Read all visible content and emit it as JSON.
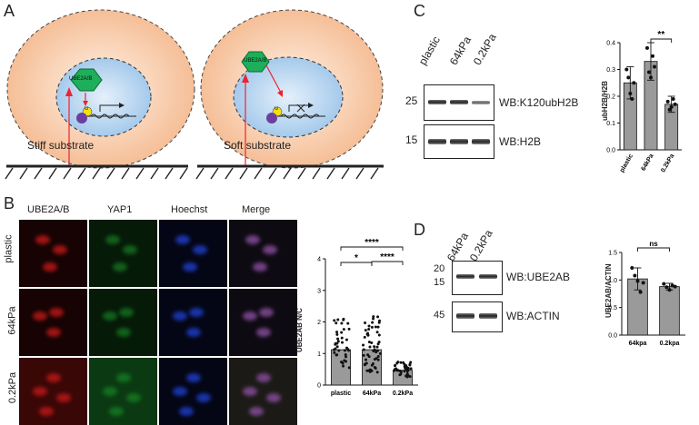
{
  "panels": {
    "A": "A",
    "B": "B",
    "C": "C",
    "D": "D"
  },
  "panelA": {
    "protein_label": "UBE2A/B",
    "ub_symbol": "u",
    "left_caption": "Stiff substrate",
    "right_caption": "Soft substrate"
  },
  "panelB": {
    "columns": [
      "UBE2A/B",
      "YAP1",
      "Hoechst",
      "Merge"
    ],
    "rows": [
      "plastic",
      "64kPa",
      "0.2kPa"
    ],
    "channel_colors": {
      "UBE2A/B": "#c01818",
      "YAP1": "#1b9a2a",
      "Hoechst": "#1f3fcc",
      "Merge": "#8a4fa0"
    }
  },
  "panelC": {
    "lanes": [
      "plastic",
      "64kPa",
      "0.2kPa"
    ],
    "markers": [
      "25",
      "15"
    ],
    "blots": [
      "WB:K120ubH2B",
      "WB:H2B"
    ]
  },
  "panelD": {
    "lanes": [
      "64kPa",
      "0.2kPa"
    ],
    "markers": [
      "20",
      "15",
      "45"
    ],
    "blots": [
      "WB:UBE2AB",
      "WB:ACTIN"
    ]
  },
  "chart_data": [
    {
      "type": "bar",
      "panel": "B",
      "categories": [
        "plastic",
        "64kPa",
        "0.2kPa"
      ],
      "values": [
        1.12,
        1.12,
        0.47
      ],
      "ylabel": "UBE2AB N/C",
      "ylim": [
        0,
        4
      ],
      "yticks": [
        "0",
        "1",
        "2",
        "3",
        "4"
      ],
      "significance": [
        {
          "from": "plastic",
          "to": "0.2kPa",
          "label": "****"
        },
        {
          "from": "plastic",
          "to": "64kPa",
          "label": "*"
        },
        {
          "from": "64kPa",
          "to": "0.2kPa",
          "label": "****"
        }
      ]
    },
    {
      "type": "bar",
      "panel": "C",
      "categories": [
        "plastic",
        "64kPa",
        "0.2kPa"
      ],
      "values": [
        0.25,
        0.33,
        0.17
      ],
      "errors": [
        0.06,
        0.07,
        0.03
      ],
      "points": [
        [
          0.3,
          0.27,
          0.21,
          0.19,
          0.25
        ],
        [
          0.38,
          0.29,
          0.27,
          0.35,
          0.31
        ],
        [
          0.18,
          0.15,
          0.16,
          0.19,
          0.17
        ]
      ],
      "ylabel": "ubH2B/H2B",
      "ylim": [
        0,
        0.4
      ],
      "yticks": [
        "0.0",
        "0.1",
        "0.2",
        "0.3",
        "0.4"
      ],
      "significance": [
        {
          "from": "64kPa",
          "to": "0.2kPa",
          "label": "**"
        }
      ]
    },
    {
      "type": "bar",
      "panel": "D",
      "categories": [
        "64kpa",
        "0.2kpa"
      ],
      "values": [
        1.02,
        0.88
      ],
      "errors": [
        0.2,
        0.06
      ],
      "points": [
        [
          1.22,
          1.08,
          0.98,
          0.78,
          0.95
        ],
        [
          0.93,
          0.87,
          0.82,
          0.9,
          0.88
        ]
      ],
      "ylabel": "UBE2AB/ACTIN",
      "ylim": [
        0,
        1.5
      ],
      "yticks": [
        "0.0",
        "0.5",
        "1.0",
        "1.5"
      ],
      "significance": [
        {
          "from": "64kpa",
          "to": "0.2kpa",
          "label": "ns"
        }
      ]
    }
  ]
}
